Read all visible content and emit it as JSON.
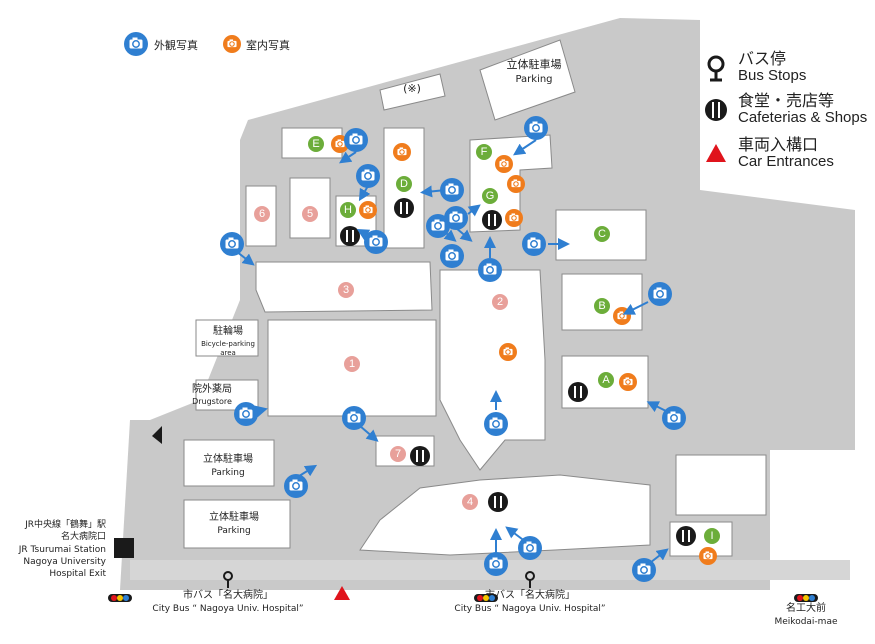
{
  "legend": {
    "exterior_photo": "外観写真",
    "interior_photo": "室内写真",
    "bus_stops_jp": "バス停",
    "bus_stops_en": "Bus Stops",
    "cafeterias_jp": "食堂・売店等",
    "cafeterias_en": "Cafeterias & Shops",
    "car_entrances_jp": "車両入構口",
    "car_entrances_en": "Car Entrances"
  },
  "labels": {
    "parking_top_jp": "立体駐車場",
    "parking_top_en": "Parking",
    "note": "(※)",
    "bicycle_jp": "駐輪場",
    "bicycle_en": "Bicycle-parking",
    "bicycle_en2": "area",
    "drugstore_jp": "院外薬局",
    "drugstore_en": "Drugstore",
    "parking_mid_jp": "立体駐車場",
    "parking_mid_en": "Parking",
    "parking_low_jp": "立体駐車場",
    "parking_low_en": "Parking",
    "jr_line1": "JR中央線「鶴舞」駅",
    "jr_line2": "名大病院口",
    "jr_line3": "JR Tsurumai Station",
    "jr_line4": "Nagoya University",
    "jr_line5": "Hospital Exit",
    "bus_left_jp": "市バス「名大病院」",
    "bus_left_en": "City Bus “ Nagoya Univ. Hospital”",
    "bus_right_jp": "市バス「名大病院」",
    "bus_right_en": "City Bus “ Nagoya Univ. Hospital”",
    "meikodai_jp": "名工大前",
    "meikodai_en": "Meikodai-mae"
  },
  "buildings_green": [
    "A",
    "B",
    "C",
    "D",
    "E",
    "F",
    "G",
    "H",
    "I"
  ],
  "buildings_numbered": [
    "1",
    "2",
    "3",
    "4",
    "5",
    "6",
    "7"
  ],
  "colors": {
    "ground": "#c9c9c9",
    "building": "#ffffff",
    "outline": "#8a8a8a",
    "exterior_blue": "#2f7fd1",
    "interior_orange": "#f07c1c",
    "green_marker": "#6cad3a",
    "pink_marker": "#e8a09a",
    "black": "#1a1a1a",
    "red": "#e0141c"
  }
}
